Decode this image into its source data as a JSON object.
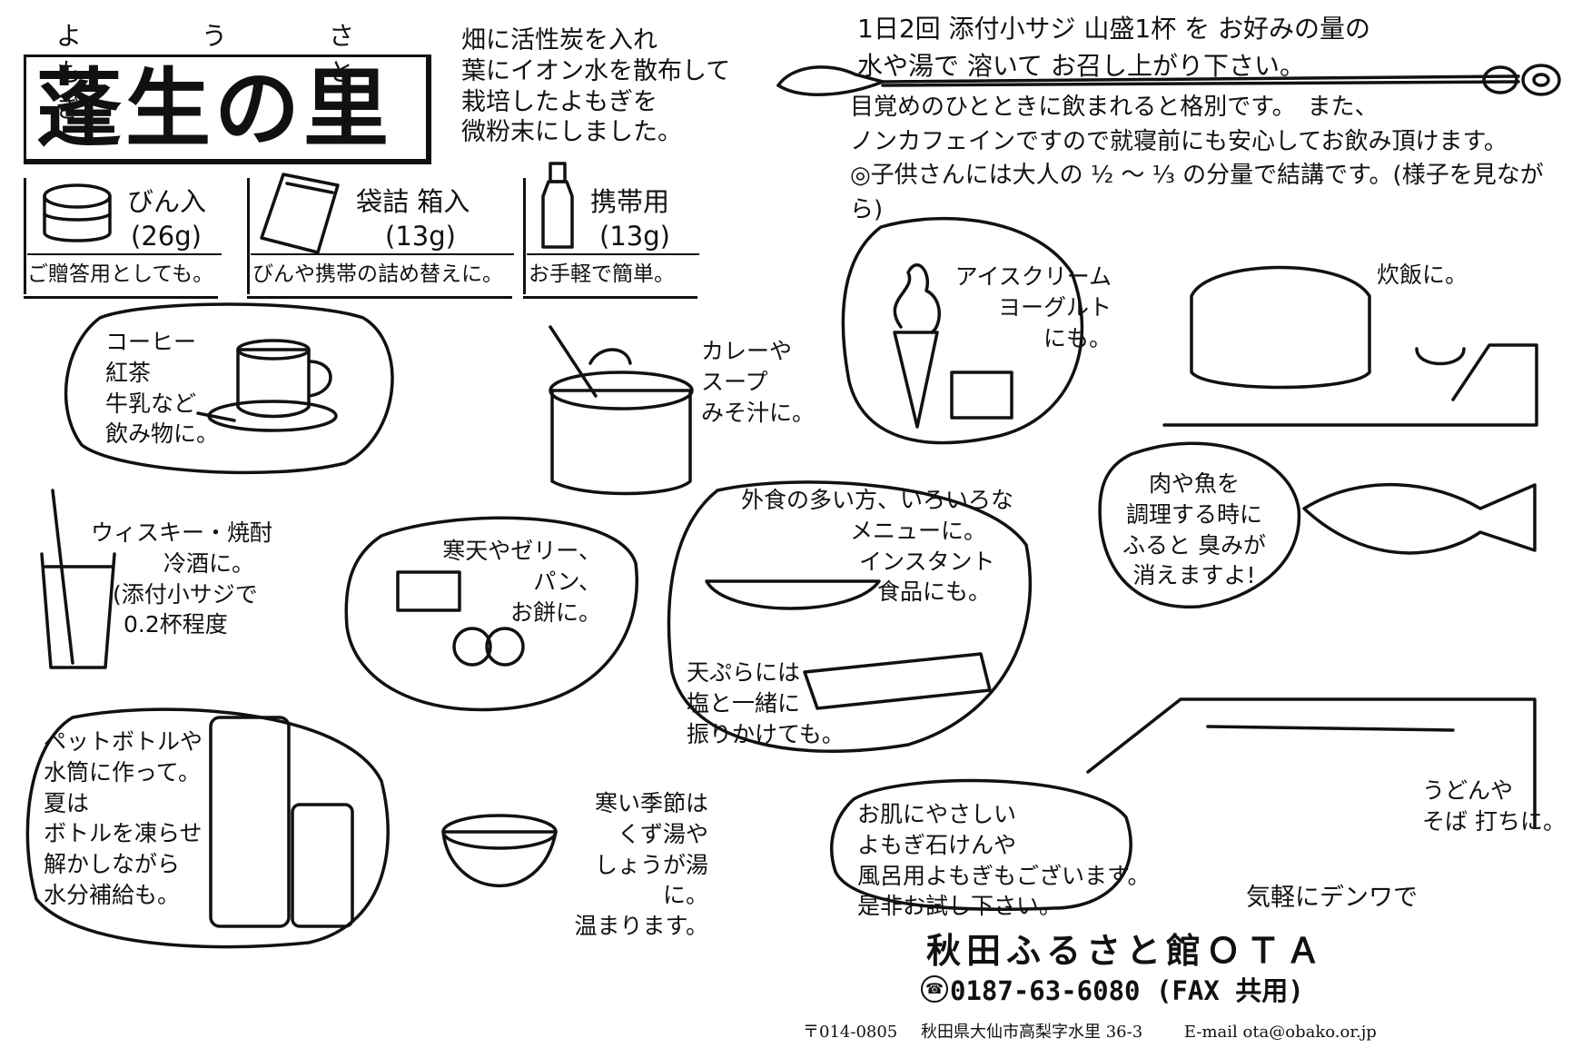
{
  "header": {
    "title": "蓬生の里",
    "ruby": [
      "よもぎ",
      "う",
      "さと"
    ],
    "intro_lines": [
      "畑に活性炭を入れ",
      "葉にイオン水を散布して",
      "栽培したよもぎを",
      "微粉末にしました。"
    ]
  },
  "usage": {
    "lines": [
      "1日2回 添付小サジ 山盛1杯 を お好みの量の",
      "水や湯で 溶いて お召し上がり下さい。"
    ],
    "notes": [
      "目覚めのひとときに飲まれると格別です。　また、",
      "ノンカフェインですので就寝前にも安心してお飲み頂けます。",
      "◎子供さんには大人の ½ 〜 ⅓ の分量で結講です。(様子を見ながら)"
    ]
  },
  "packages": [
    {
      "name": "びん入",
      "size": "(26g)",
      "note": "ご贈答用としても。"
    },
    {
      "name": "袋詰 箱入",
      "size": "(13g)",
      "note": "びんや携帯の詰め替えに。"
    },
    {
      "name": "携帯用",
      "size": "(13g)",
      "note": "お手軽で簡単。"
    }
  ],
  "bubbles": {
    "coffee": [
      "コーヒー",
      "紅茶",
      "牛乳など",
      "飲み物に。"
    ],
    "curry": [
      "カレーや",
      "スープ",
      "みそ汁に。"
    ],
    "icecream": [
      "アイスクリーム",
      "ヨーグルト",
      "にも。"
    ],
    "rice": [
      "炊飯に。"
    ],
    "whisky": [
      "ウィスキー・焼酎",
      "冷酒に。",
      "(添付小サジで",
      "0.2杯程度"
    ],
    "kanten": [
      "寒天やゼリー、",
      "パン、",
      "お餅に。"
    ],
    "dining": [
      "外食の多い方、いろいろな",
      "メニューに。",
      "インスタント",
      "食品にも。"
    ],
    "tempura": [
      "天ぷらには",
      "塩と一緒に",
      "振りかけても。"
    ],
    "fish": [
      "肉や魚を",
      "調理する時に",
      "ふると 臭みが",
      "消えますよ!"
    ],
    "bottle": [
      "ペットボトルや",
      "水筒に作って。",
      "夏は",
      "ボトルを凍らせ",
      "解かしながら",
      "水分補給も。"
    ],
    "winter": [
      "寒い季節は",
      "くず湯や",
      "しょうが湯に。",
      "温まります。"
    ],
    "soap": [
      "お肌にやさしい",
      "よもぎ石けんや",
      "風呂用よもぎもございます。",
      "是非お試し下さい。"
    ],
    "udon": [
      "うどんや",
      "そば 打ちに。"
    ]
  },
  "footer": {
    "call": "気軽にデンワで",
    "shop": "秋田ふるさと館ＯＴＡ",
    "tel": "0187-63-6080 (FAX 共用)",
    "postal": "〒014-0805",
    "address": "秋田県大仙市高梨字水里 36-3",
    "email": "E-mail ota@obako.or.jp"
  }
}
